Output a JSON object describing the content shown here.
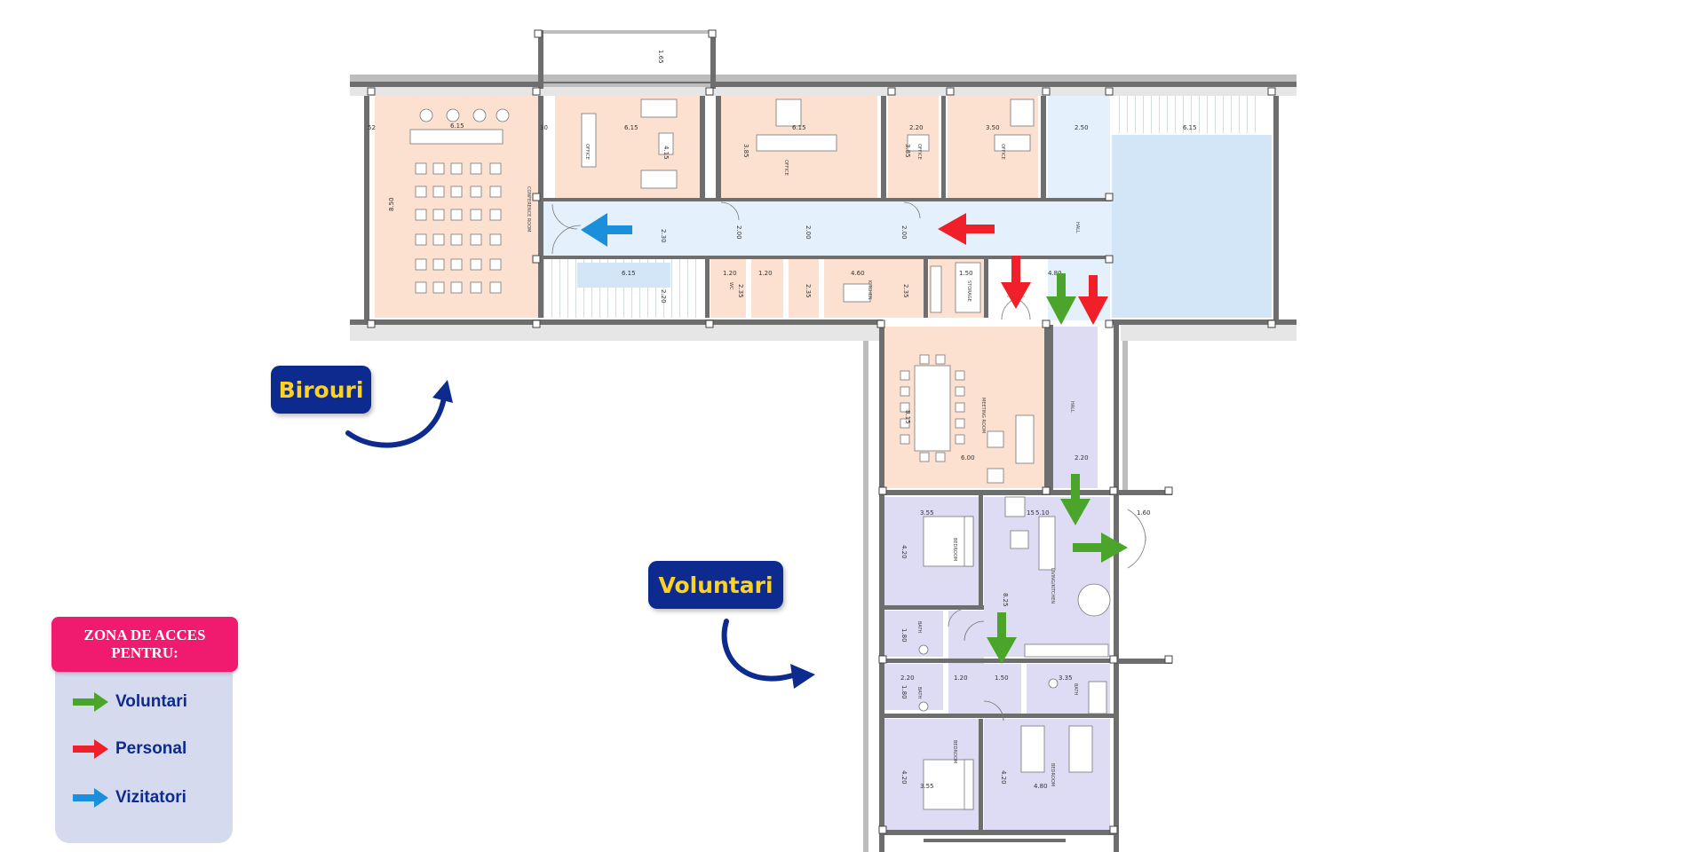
{
  "labels": {
    "birouri": "Birouri",
    "voluntari": "Voluntari"
  },
  "legend": {
    "title_line1": "ZONA DE ACCES",
    "title_line2": "PENTRU:",
    "items": [
      {
        "label": "Voluntari",
        "color": "#4ba52a"
      },
      {
        "label": "Personal",
        "color": "#f0202a"
      },
      {
        "label": "Vizitatori",
        "color": "#1b8fdb"
      }
    ]
  },
  "colors": {
    "office_room": "#fce1d1",
    "circulation": "#e4f0fb",
    "volunteer_room": "#dedcf5",
    "stair_void": "#d2e6f8",
    "wall": "#6e6e6e",
    "label_bg": "#0d2b8f",
    "label_text": "#ffd21f",
    "legend_header": "#f01a6e",
    "legend_bg": "#d6daee"
  },
  "dimensions": {
    "conference_w": "6.15",
    "conference_h": "8.50",
    "office1_w": "6.15",
    "office1_h": "4.15",
    "office2_w": "6.15",
    "office2_h": "3.85",
    "office3_w": "2.20",
    "office3_h": "3.85",
    "office4_w": "3.50",
    "hall_w": "2.50",
    "stair_w": "6.15",
    "corridor_h1": "2.30",
    "corridor_h2": "2.00",
    "corridor_h3": "2.00",
    "corridor_h4": "2.00",
    "stair_bottom_w": "6.15",
    "stair_bottom_h": "2.20",
    "wc1": "1.20",
    "wc2": "1.20",
    "wc_h1": "2.35",
    "wc_h2": "2.35",
    "kitchen_w": "4.60",
    "kitchen_h": "2.35",
    "storage_w": "1.50",
    "storage_v": "1.50",
    "entry_w": "4.80",
    "meeting_h": "8.15",
    "meeting_w": "6.00",
    "hall2_w": "2.20",
    "bed1_w": "3.55",
    "bed1_h": "4.20",
    "living_w": "5.10",
    "living_h": "8.25",
    "door_w": "1.60",
    "bath1_h": "1.80",
    "bath2_w": "2.20",
    "bath2_h": "1.80",
    "hall3_w": "1.20",
    "hall4_w": "1.50",
    "bath3_w": "3.35",
    "bed2_w": "3.55",
    "bed2_h": "4.20",
    "bed3_w": "4.80",
    "bed3_h": "4.20",
    "wall_top": "1.65",
    "wall_15": "15",
    "wall_30": "30",
    "wall_52": "52"
  },
  "room_tags": {
    "conference": "CONFERENCE ROOM",
    "office": "OFFICE",
    "hall": "HALL",
    "meeting": "MEETING ROOM",
    "bedroom": "BEDROOM",
    "living": "LIVING/KITCHEN",
    "bath": "BATH",
    "wc": "WC",
    "kitchen": "KITCHEN",
    "storage": "STORAGE"
  }
}
